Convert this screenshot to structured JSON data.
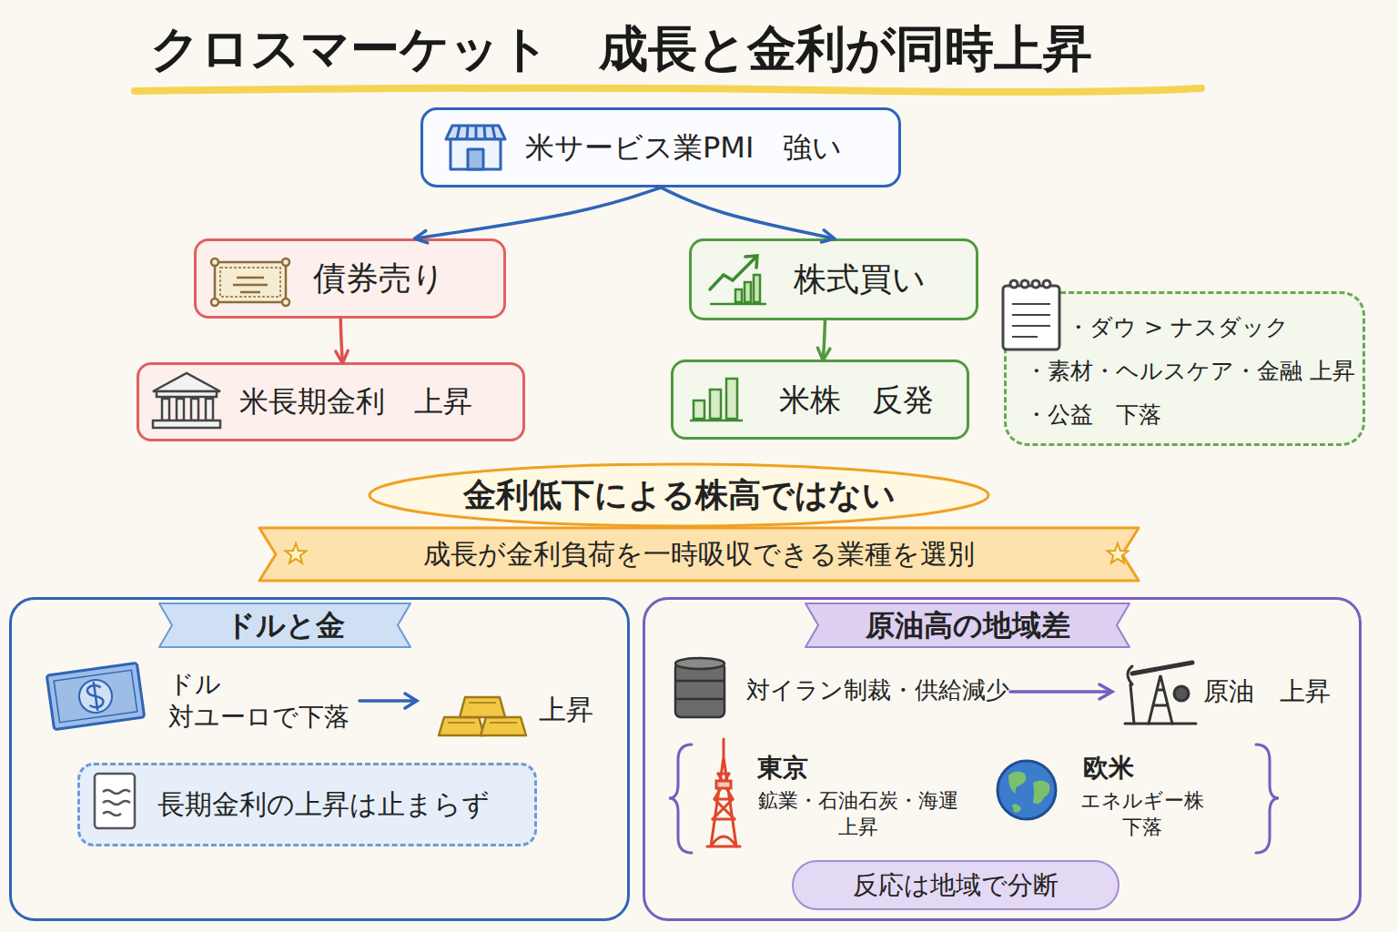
{
  "diagram": {
    "title": "クロスマーケット　成長と金利が同時上昇",
    "nodes": [
      {
        "text": [
          "米サービス業PMI　強い"
        ]
      },
      {
        "text": [
          "債券売り"
        ]
      },
      {
        "text": [
          "株式買い"
        ]
      },
      {
        "text": [
          "米長期金利　上昇"
        ]
      },
      {
        "text": [
          "米株　反発"
        ]
      },
      {
        "text": [
          "・ダウ > ナスダック",
          "・素材・ヘルスケア・金融 上昇",
          "・公益　下落"
        ]
      },
      {
        "text": [
          "金利低下による株高ではない"
        ]
      },
      {
        "text": [
          "成長が金利負荷を一時吸収できる業種を選別"
        ]
      },
      {
        "text": [
          "ドルと金"
        ]
      },
      {
        "text": [
          "長期金利の上昇は止まらず"
        ],
        "in": 8
      },
      {
        "text": [
          "原油高の地域差"
        ]
      },
      {
        "text": [
          "反応は地域で分断"
        ],
        "in": 10
      }
    ],
    "edges": [
      {
        "from": 0,
        "to": 1,
        "arrow": "to"
      },
      {
        "from": 0,
        "to": 2,
        "arrow": "to"
      },
      {
        "from": 1,
        "to": 3,
        "arrow": "to"
      },
      {
        "from": 2,
        "to": 4,
        "arrow": "to"
      }
    ],
    "labels": [
      "ドル 対ユーロで下落",
      "上昇",
      "対イラン制裁・供給減少",
      "原油　上昇",
      "東京",
      "鉱業・石油石炭・海運 上昇",
      "欧米",
      "エネルギー株 下落"
    ]
  }
}
